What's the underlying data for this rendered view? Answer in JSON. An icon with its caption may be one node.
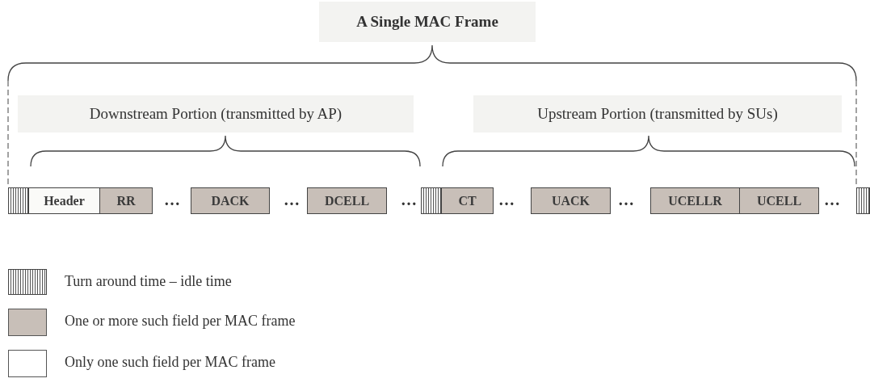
{
  "diagram": {
    "nodes": [
      {
        "text": [
          "A Single MAC Frame"
        ]
      },
      {
        "text": [
          "Downstream Portion (transmitted by AP)"
        ]
      },
      {
        "text": [
          "Upstream Portion (transmitted by SUs)"
        ]
      },
      {
        "text": [],
        "shape": "bar"
      },
      {
        "text": [
          "Header"
        ]
      },
      {
        "text": [
          "RR"
        ]
      },
      {
        "text": [
          "DACK"
        ]
      },
      {
        "text": [
          "DCELL"
        ]
      },
      {
        "text": [],
        "shape": "bar"
      },
      {
        "text": [
          "CT"
        ]
      },
      {
        "text": [
          "UACK"
        ]
      },
      {
        "text": [
          "UCELLR"
        ]
      },
      {
        "text": [
          "UCELL"
        ]
      },
      {
        "text": [],
        "shape": "bar"
      }
    ],
    "edges": [],
    "labels": [
      "…",
      "…",
      "…",
      "…",
      "…",
      "…"
    ],
    "legend": [
      {
        "text": "Turn around time – idle time"
      },
      {
        "text": "One or more such field per MAC frame",
        "color": "#c8bfb8"
      },
      {
        "text": "Only one such field per MAC frame",
        "color": "#ffffff"
      }
    ]
  }
}
